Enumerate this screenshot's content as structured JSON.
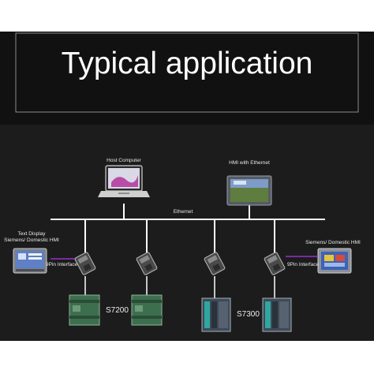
{
  "title": "Typical application",
  "network": {
    "bus_label": "Ethernet",
    "host_label": "Host Computer",
    "hmi_ethernet_label": "HMI with Ethernet"
  },
  "left_panel": {
    "label_line1": "Text Display",
    "label_line2": "Siemens/ Domestic HMI",
    "interface_label": "9Pin Interface"
  },
  "right_panel": {
    "label": "Siemens/ Domestic HMI",
    "interface_label": "9Pin Interface"
  },
  "plc": {
    "s7200_label": "S7200",
    "s7300_label": "S7300"
  },
  "colors": {
    "title_background": "#111111",
    "diagram_background": "#1c1c1c",
    "bus_line": "#ffffff",
    "interface_line": "#9a2fd0"
  }
}
